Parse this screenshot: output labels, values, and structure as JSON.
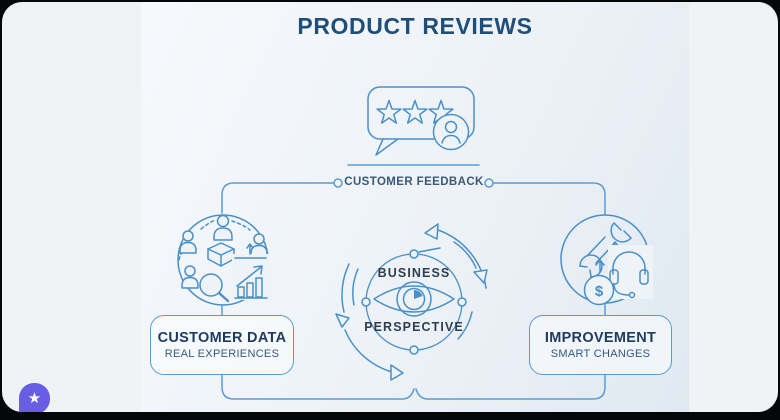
{
  "title": "PRODUCT REVIEWS",
  "diagram": {
    "feedback_label": "CUSTOMER FEEDBACK",
    "center": {
      "line1": "BUSINESS",
      "line2": "PERSPECTIVE"
    },
    "left_node": {
      "title": "CUSTOMER DATA",
      "subtitle": "REAL EXPERIENCES"
    },
    "right_node": {
      "title": "IMPROVEMENT",
      "subtitle": "SMART CHANGES"
    },
    "icons": {
      "bubble": "review-bubble-with-stars-icon",
      "left": "customer-data-people-icon",
      "right": "improvement-wrench-icon",
      "center": "cycle-eye-icon",
      "dollar_glyph": "$"
    },
    "colors": {
      "stroke_blue": "#4a90c8",
      "connector_blue": "#5b9bd5",
      "title_navy": "#1f4e79",
      "box_title_navy": "#1d3a5f",
      "box_sub_blue": "#35577d"
    }
  },
  "badge": {
    "star_glyph": "★",
    "color": "#695ce5"
  }
}
